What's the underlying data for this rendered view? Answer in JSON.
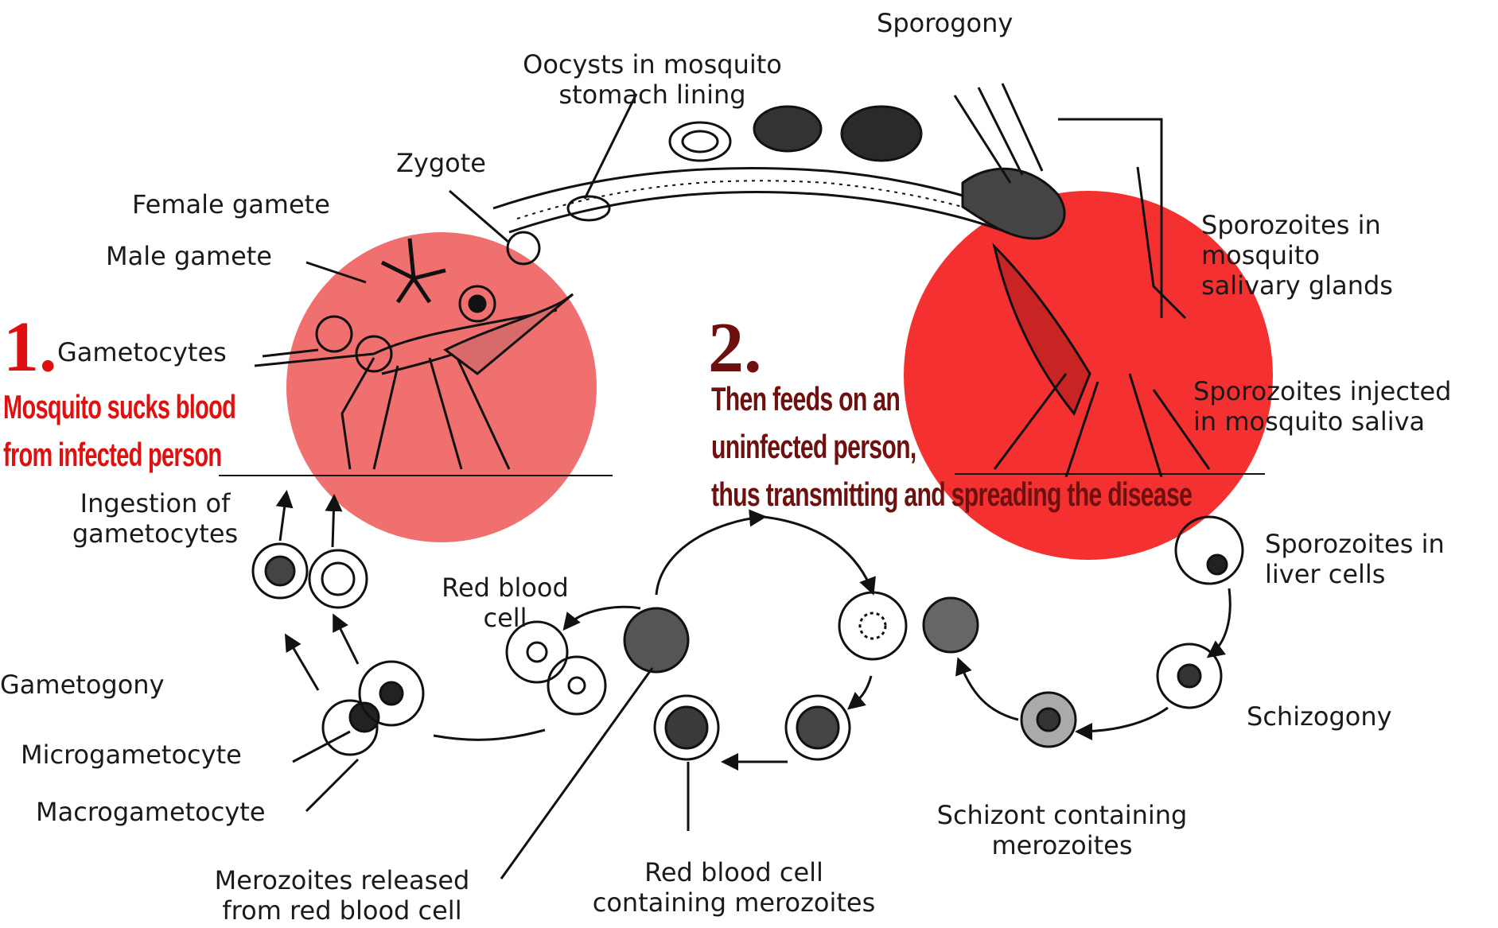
{
  "colors": {
    "circle_left": "#f07070",
    "circle_right": "#f53030",
    "step1_accent": "#e01010",
    "step2_accent": "#6e1010",
    "ink": "#111111"
  },
  "labels": {
    "sporogony": "Sporogony",
    "oocysts": [
      "Oocysts in mosquito",
      "stomach lining"
    ],
    "zygote": "Zygote",
    "female_gamete": "Female gamete",
    "male_gamete": "Male gamete",
    "gametocytes": "Gametocytes",
    "ingestion": [
      "Ingestion of",
      "gametocytes"
    ],
    "gametogony": "Gametogony",
    "microgametocyte": "Microgametocyte",
    "macrogametocyte": "Macrogametocyte",
    "merozoites_released": [
      "Merozoites released",
      "from red blood cell"
    ],
    "rbc_merozoites": [
      "Red blood cell",
      "containing merozoites"
    ],
    "red_blood_cell": [
      "Red blood",
      "cell"
    ],
    "schizont": [
      "Schizont containing",
      "merozoites"
    ],
    "schizogony": "Schizogony",
    "sporozoites_liver": [
      "Sporozoites in",
      "liver cells"
    ],
    "sporozoites_injected": [
      "Sporozoites injected",
      "in mosquito saliva"
    ],
    "sporozoites_glands": [
      "Sporozoites in",
      "mosquito",
      "salivary glands"
    ]
  },
  "steps": {
    "step1": {
      "number": "1.",
      "lines": [
        "Mosquito sucks blood",
        "from infected person"
      ]
    },
    "step2": {
      "number": "2.",
      "lines": [
        "Then feeds on an",
        "uninfected person,",
        "thus transmitting and spreading the disease"
      ]
    }
  }
}
